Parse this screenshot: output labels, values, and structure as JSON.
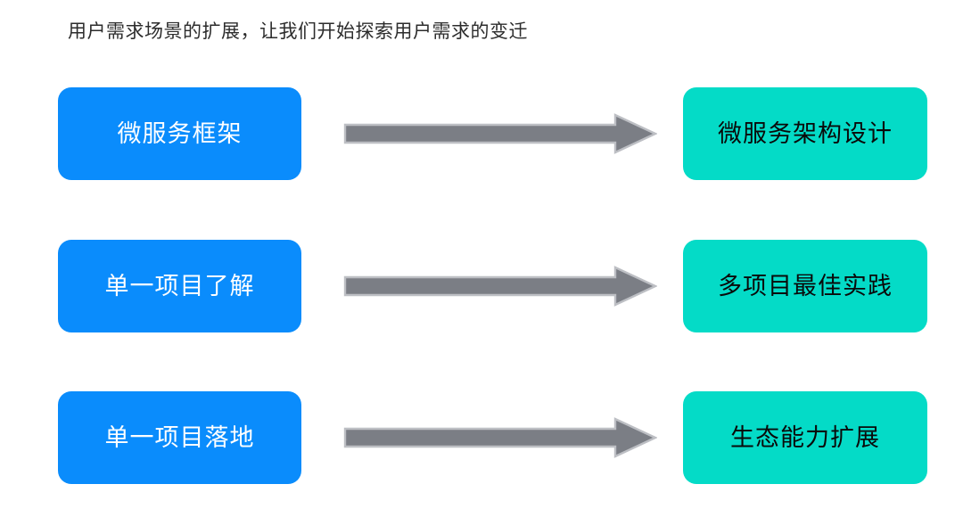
{
  "slide": {
    "headline": "用户需求场景的扩展，让我们开始探索用户需求的变迁",
    "background_color": "#ffffff"
  },
  "colors": {
    "source_box": "#0a8cfc",
    "target_box": "#04dbc7",
    "arrow_fill": "#7b7e85",
    "arrow_stroke": "#bdbfc4",
    "source_text": "#ffffff",
    "target_text": "#0a0a0a",
    "headline_text": "#2c2c2c"
  },
  "diagram": {
    "type": "transition-mapping",
    "arrow_icon": "right-block-arrow-icon",
    "rows": [
      {
        "source": "微服务框架",
        "arrow": "right-block-arrow-icon",
        "target": "微服务架构设计"
      },
      {
        "source": "单一项目了解",
        "arrow": "right-block-arrow-icon",
        "target": "多项目最佳实践"
      },
      {
        "source": "单一项目落地",
        "arrow": "right-block-arrow-icon",
        "target": "生态能力扩展"
      }
    ]
  }
}
